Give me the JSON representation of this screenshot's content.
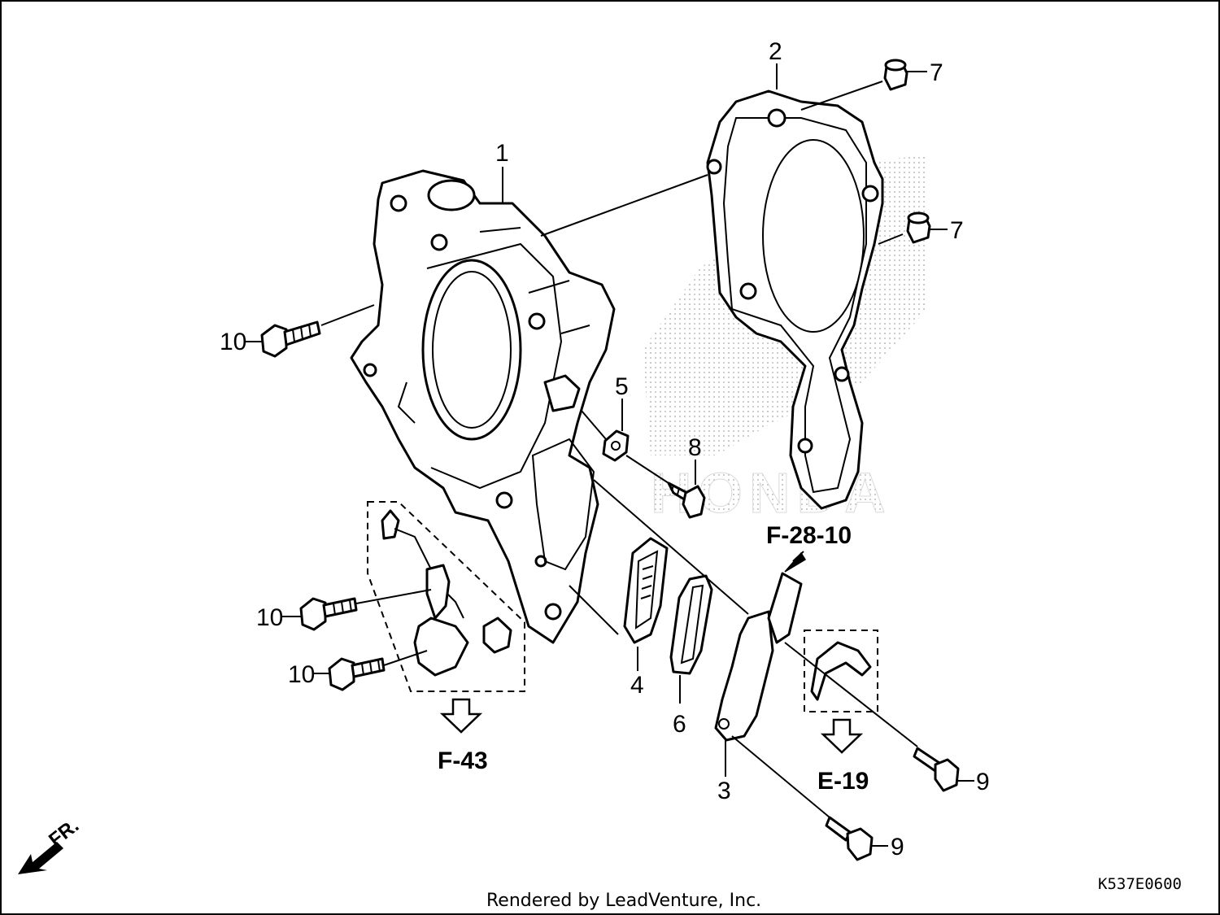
{
  "diagram": {
    "callouts": {
      "p1": "1",
      "p2": "2",
      "p3": "3",
      "p4": "4",
      "p5": "5",
      "p6": "6",
      "p7a": "7",
      "p7b": "7",
      "p8": "8",
      "p9a": "9",
      "p9b": "9",
      "p10a": "10",
      "p10b": "10",
      "p10c": "10"
    },
    "references": {
      "f28": "F-28-10",
      "f43": "F-43",
      "e19": "E-19"
    },
    "front_marker": "FR.",
    "diagram_code": "K537E0600",
    "credit": "Rendered by LeadVenture, Inc.",
    "watermark": "HONDA"
  }
}
